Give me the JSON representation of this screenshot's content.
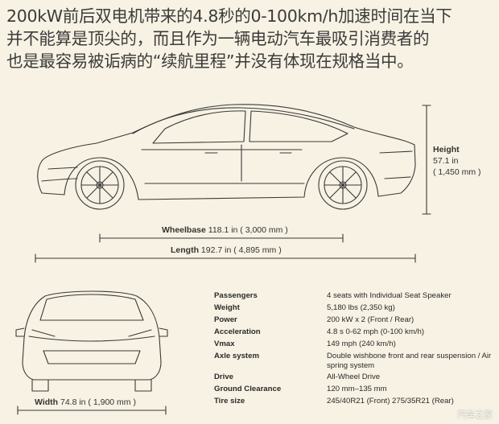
{
  "headline": {
    "line1": "200kW前后双电机带来的4.8秒的0-100km/h加速时间在当下",
    "line2": "并不能算是顶尖的，而且作为一辆电动汽车最吸引消费者的",
    "line3": "也是最容易被诟病的“续航里程”并没有体现在规格当中。"
  },
  "dimensions": {
    "height": {
      "label": "Height",
      "value1": "57.1 in",
      "value2": "( 1,450 mm )"
    },
    "wheelbase": {
      "label": "Wheelbase",
      "value": "118.1 in  ( 3,000 mm )"
    },
    "length": {
      "label": "Length",
      "value": "192.7 in  ( 4,895 mm )"
    },
    "width": {
      "label": "Width",
      "value": "74.8 in  ( 1,900 mm )"
    }
  },
  "specs": [
    {
      "key": "Passengers",
      "value": "4 seats with Individual Seat Speaker"
    },
    {
      "key": "Weight",
      "value": "5,180 lbs (2,350 kg)"
    },
    {
      "key": "Power",
      "value": "200 kW x 2 (Front / Rear)"
    },
    {
      "key": "Acceleration",
      "value": "4.8 s 0-62 mph (0-100 km/h)"
    },
    {
      "key": "Vmax",
      "value": "149 mph (240 km/h)"
    },
    {
      "key": "Axle system",
      "value": "Double wishbone front and rear suspension / Air spring system"
    },
    {
      "key": "Drive",
      "value": "All-Wheel Drive"
    },
    {
      "key": "Ground Clearance",
      "value": "120 mm–135 mm"
    },
    {
      "key": "Tire size",
      "value": "245/40R21 (Front) 275/35R21 (Rear)"
    }
  ],
  "watermark": "汽车之家",
  "colors": {
    "background": "#f7f2e3",
    "line": "#3a3a3a"
  }
}
